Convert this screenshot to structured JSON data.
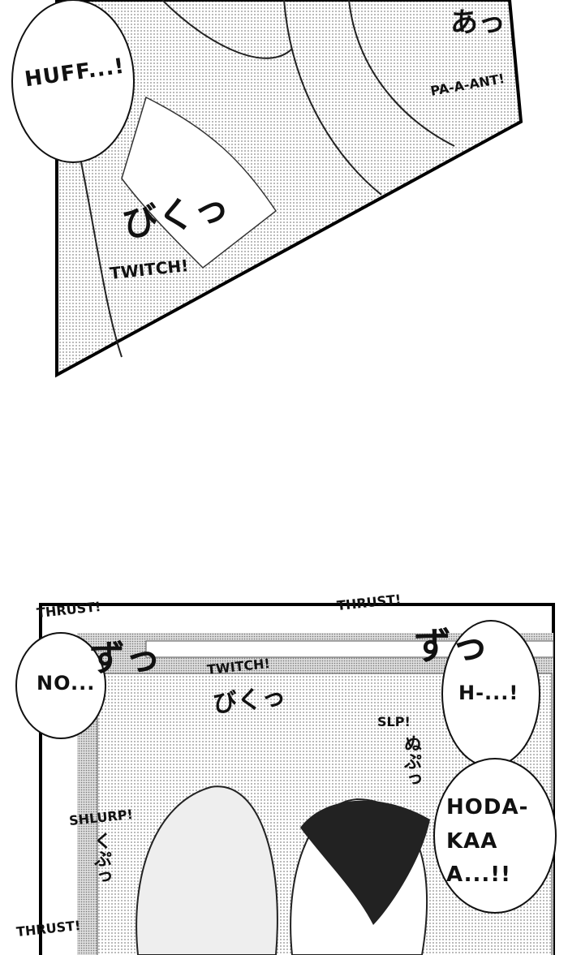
{
  "panel_top": {
    "speech": "HUFF...!",
    "sfx_jp_gasp": "あっ",
    "sfx_pant": "PA-A-ANT!",
    "sfx_jp_twitch": "びくっ",
    "sfx_twitch": "TWITCH!"
  },
  "panel_bottom": {
    "sfx_thrust_1": "THRUST!",
    "sfx_jp_thrust_1": "ずっ",
    "sfx_thrust_2": "THRUST!",
    "sfx_jp_thrust_2": "ずっ",
    "speech_no": "NO...",
    "sfx_twitch": "TWITCH!",
    "sfx_jp_twitch": "びくっ",
    "speech_h": "H-...!",
    "sfx_slp": "SLP!",
    "sfx_jp_slp": "ぬぷっ",
    "speech_hodaka": "HODA-KAAA...!!",
    "sfx_shlurp": "SHLURP!",
    "sfx_jp_shlurp": "くぷっ",
    "sfx_thrust_3": "THRUST!"
  }
}
